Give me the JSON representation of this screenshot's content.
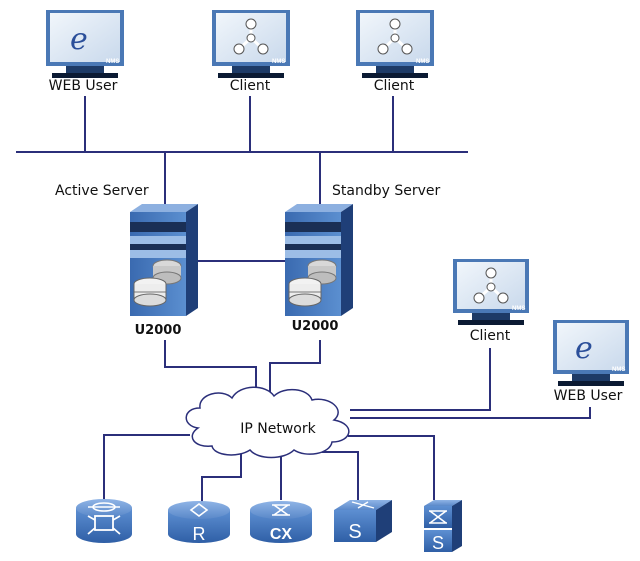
{
  "labels": {
    "web_user_top": "WEB User",
    "client_top_1": "Client",
    "client_top_2": "Client",
    "active_server": "Active Server",
    "standby_server": "Standby Server",
    "u2000_active": "U2000",
    "u2000_standby": "U2000",
    "client_right": "Client",
    "web_user_right": "WEB User",
    "ip_network": "IP Network",
    "nms_badge": "NMS",
    "router_glyph": "R",
    "cx_glyph": "CX",
    "switch_glyph": "S",
    "switch2_glyph": "S",
    "web_glyph": "e"
  },
  "colors": {
    "wire": "#2b2f7a",
    "device_blue": "#3f6fb8",
    "monitor_frame": "#4a78b5",
    "screen": "#dde8f4",
    "cloud_fill": "#ffffff"
  },
  "icons": {
    "web_user": "browser-e-icon",
    "client": "network-tree-icon",
    "server": "server-tower-icon",
    "cloud": "cloud-icon",
    "devices": [
      "optical-device-icon",
      "router-icon",
      "cx-device-icon",
      "switch-icon",
      "switch-stack-icon"
    ]
  }
}
